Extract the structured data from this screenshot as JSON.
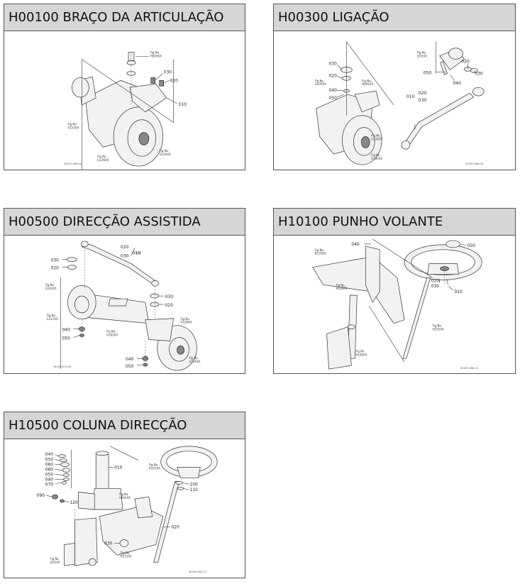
{
  "cards": [
    {
      "title": "H00100 BRAÇO DA ARTICULAÇÃO",
      "callouts": [
        "030",
        "020",
        "010"
      ],
      "refs": [
        {
          "label": "Fig.No.",
          "code": "H003XX"
        },
        {
          "label": "Fig.No.",
          "code": "G103XX"
        },
        {
          "label": "Fig.No.",
          "code": "G130XX"
        },
        {
          "label": "Fig.No.",
          "code": "G126XX"
        }
      ],
      "drawing_code": "6C357-066-10"
    },
    {
      "title": "H00300 LIGAÇÃO",
      "callouts": [
        "030",
        "020",
        "040",
        "050",
        "050",
        "040",
        "020",
        "030",
        "010",
        "020",
        "030"
      ],
      "refs": [
        {
          "label": "Fig.No.",
          "code": "G105XX"
        },
        {
          "label": "Fig.No.",
          "code": "H001XX"
        },
        {
          "label": "Fig.No.",
          "code": "J101XX"
        },
        {
          "label": "Fig.No.",
          "code": "G126XX"
        },
        {
          "label": "Fig.No.",
          "code": "G130XX"
        }
      ],
      "drawing_code": "6C357-066-10"
    },
    {
      "title": "H00500 DIRECÇÃO ASSISTIDA",
      "callouts": [
        "020",
        "010",
        "030",
        "030",
        "020",
        "030",
        "020",
        "040",
        "050",
        "040",
        "050"
      ],
      "refs": [
        {
          "label": "Fig.No.",
          "code": "G102XX"
        },
        {
          "label": "Fig.No.",
          "code": "G127XX"
        },
        {
          "label": "Fig.No.",
          "code": "G105XX"
        },
        {
          "label": "Fig.No.",
          "code": "G126XX"
        },
        {
          "label": "Fig.No.",
          "code": "G130XX"
        }
      ],
      "drawing_code": "6C300-070-26"
    },
    {
      "title": "H10100 PUNHO VOLANTE",
      "callouts": [
        "040",
        "050",
        "020",
        "030",
        "010"
      ],
      "refs": [
        {
          "label": "Fig.No.",
          "code": "B116XX"
        },
        {
          "label": "Fig.No.",
          "code": "H108XX"
        },
        {
          "label": "Fig.No.",
          "code": "H105XX"
        },
        {
          "label": "Fig.No.",
          "code": "H106XX"
        }
      ],
      "drawing_code": "6C357-066-11"
    },
    {
      "title": "H10500 COLUNA DIRECÇÃO",
      "callouts": [
        "040",
        "050",
        "060",
        "080",
        "050",
        "040",
        "070",
        "090",
        "120",
        "010",
        "100",
        "110",
        "020",
        "030"
      ],
      "refs": [
        {
          "label": "Fig.No.",
          "code": "H101XX"
        },
        {
          "label": "Fig.No.",
          "code": "H001XX"
        },
        {
          "label": "Fig.No.",
          "code": "B115XX"
        },
        {
          "label": "Fig.No.",
          "code": "J101XX"
        }
      ],
      "drawing_code": "6C352-001-11"
    }
  ]
}
